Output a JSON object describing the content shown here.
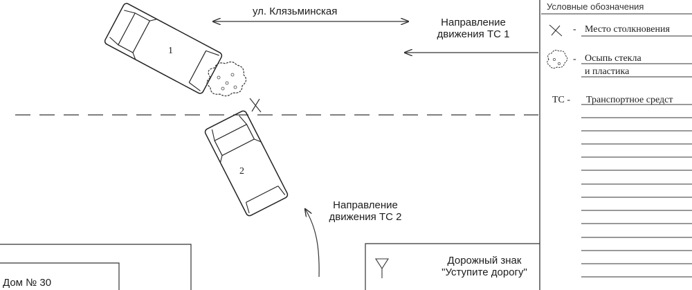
{
  "street_label": "ул. Клязьминская",
  "direction_vehicle_1": [
    "Направление",
    "движения ТС 1"
  ],
  "direction_vehicle_2": [
    "Направление",
    "движения ТС 2"
  ],
  "vehicle_1_number": "1",
  "vehicle_2_number": "2",
  "house_label": "Дом № 30",
  "road_sign": [
    "Дорожный знак",
    "\"Уступите дорогу\""
  ],
  "legend": {
    "title": "Условные обозначения",
    "collision_dash": "-",
    "collision_label": "Место столкновения",
    "glass_dash": "-",
    "glass_label": [
      "Осыпь стекла",
      "и пластика"
    ],
    "vehicle_abbr": "ТС -",
    "vehicle_label": "Транспортное средст"
  }
}
